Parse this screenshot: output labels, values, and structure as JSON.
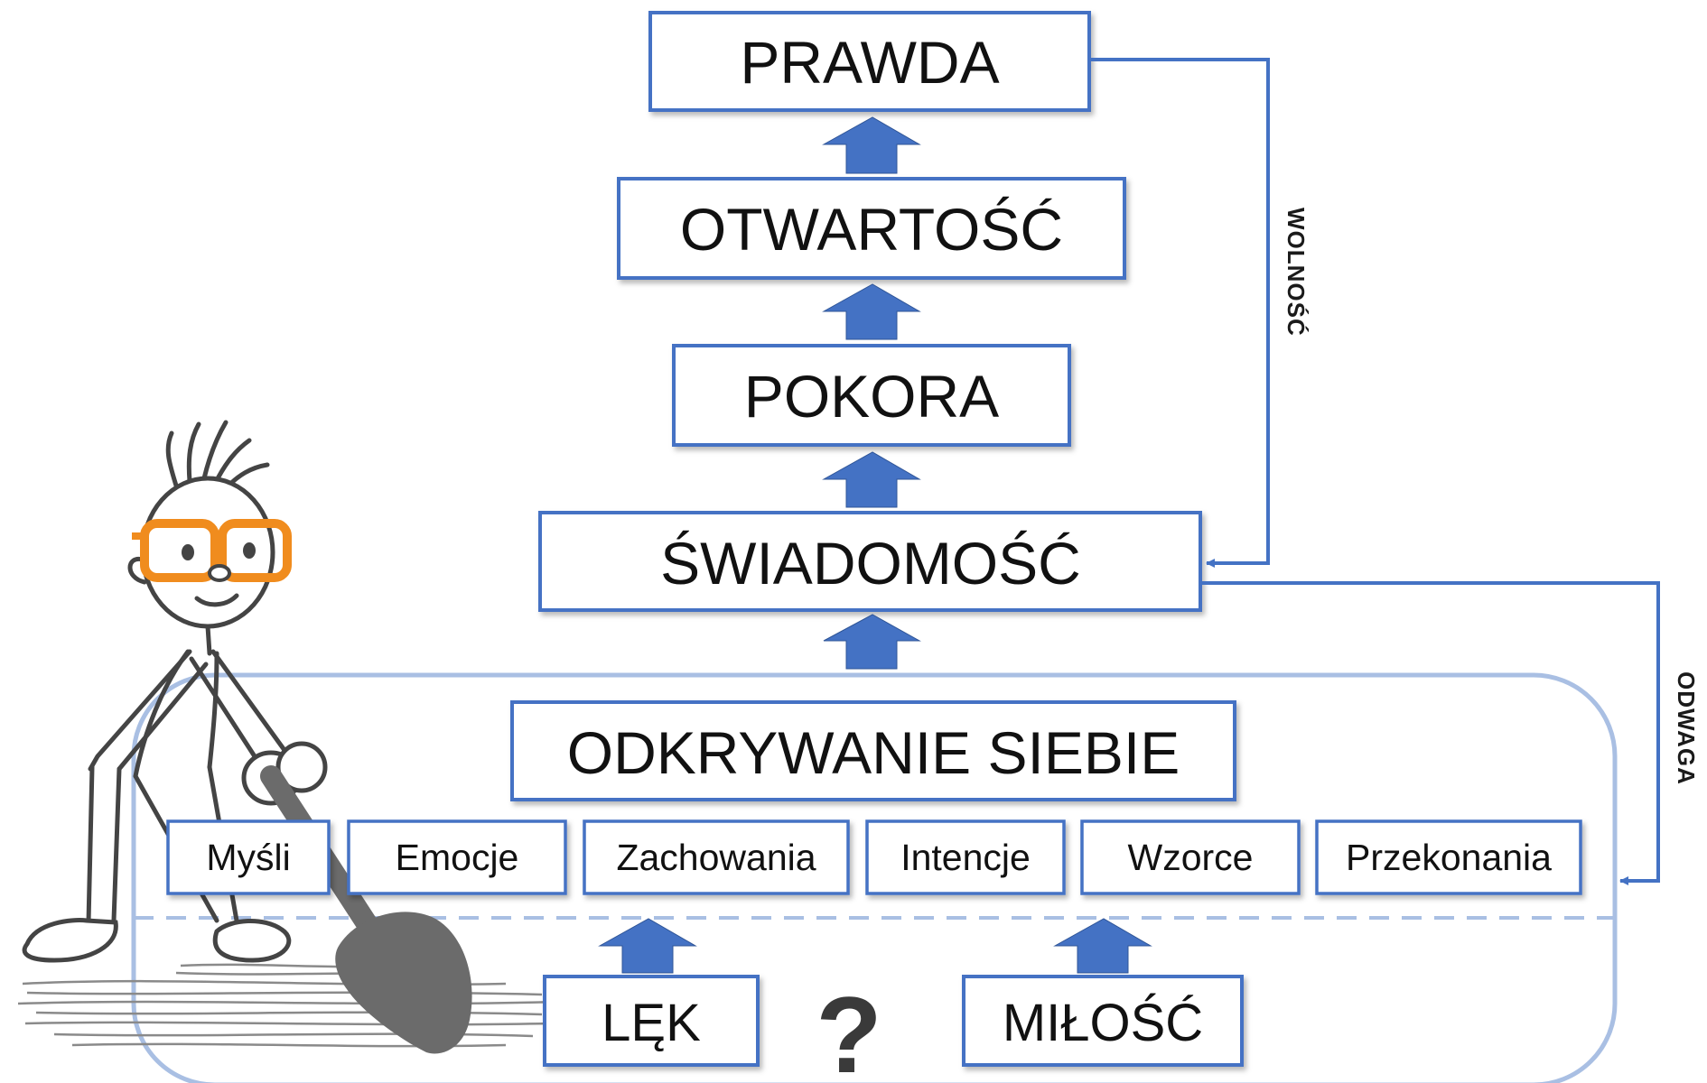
{
  "levels": {
    "prawda": "PRAWDA",
    "otwartosc": "OTWARTOŚĆ",
    "pokora": "POKORA",
    "swiadomosc": "ŚWIADOMOŚĆ",
    "odkrywanie": "ODKRYWANIE SIEBIE"
  },
  "elements": [
    "Myśli",
    "Emocje",
    "Zachowania",
    "Intencje",
    "Wzorce",
    "Przekonania"
  ],
  "roots": {
    "lek": "LĘK",
    "milosc": "MIŁOŚĆ",
    "question": "?"
  },
  "side_labels": {
    "wolnosc": "WOLNOŚĆ",
    "odwaga": "ODWAGA"
  },
  "colors": {
    "box_border": "#4472c4",
    "arrow_fill": "#4472c4",
    "container_border": "#a9bfe3",
    "glasses": "#f08c1e",
    "figure_line": "#444444",
    "shovel": "#6b6b6b"
  }
}
